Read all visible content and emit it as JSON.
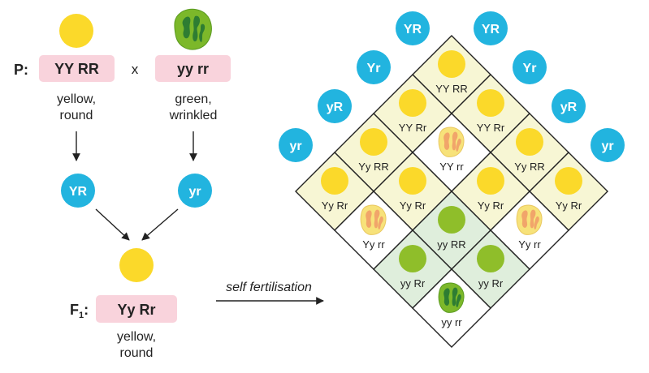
{
  "colors": {
    "yellow_seed": "#fbd92a",
    "green_seed": "#8fbe2a",
    "gamete_blue": "#22b4df",
    "genotype_box": "#f9d3dc",
    "cell_yellow": "#f7f6d4",
    "cell_green": "#dfeedc",
    "cell_white": "#ffffff",
    "wrinkled_green": "#7cb82a",
    "wrinkled_green_dark": "#2e7d32",
    "wrinkled_yellow": "#f7e27a",
    "wrinkled_orange": "#f1a56a"
  },
  "parents": {
    "p_label": "P:",
    "cross_symbol": "x",
    "left": {
      "genotype": "YY RR",
      "phenotype_line1": "yellow,",
      "phenotype_line2": "round",
      "seed": "yellow-round"
    },
    "right": {
      "genotype": "yy rr",
      "phenotype_line1": "green,",
      "phenotype_line2": "wrinkled",
      "seed": "green-wrinkled"
    },
    "left_gamete": "YR",
    "right_gamete": "yr"
  },
  "f1": {
    "label": "F",
    "label_sub": "1",
    "label_colon": ":",
    "genotype": "Yy Rr",
    "phenotype_line1": "yellow,",
    "phenotype_line2": "round",
    "seed": "yellow-round"
  },
  "process_label": "self fertilisation",
  "punnett": {
    "top_right_gametes": [
      "YR",
      "Yr",
      "yR",
      "yr"
    ],
    "top_left_gametes": [
      "YR",
      "Yr",
      "yR",
      "yr"
    ],
    "cells": [
      [
        "YY RR",
        "YY Rr",
        "Yy RR",
        "Yy Rr"
      ],
      [
        "YY Rr",
        "YY rr",
        "Yy Rr",
        "Yy rr"
      ],
      [
        "Yy RR",
        "Yy Rr",
        "yy RR",
        "yy Rr"
      ],
      [
        "Yy Rr",
        "Yy rr",
        "yy Rr",
        "yy rr"
      ]
    ],
    "cell_labels_visible": [
      [
        true,
        true,
        true,
        true
      ],
      [
        true,
        true,
        true,
        true
      ],
      [
        true,
        true,
        true,
        true
      ],
      [
        true,
        true,
        true,
        true
      ]
    ]
  }
}
